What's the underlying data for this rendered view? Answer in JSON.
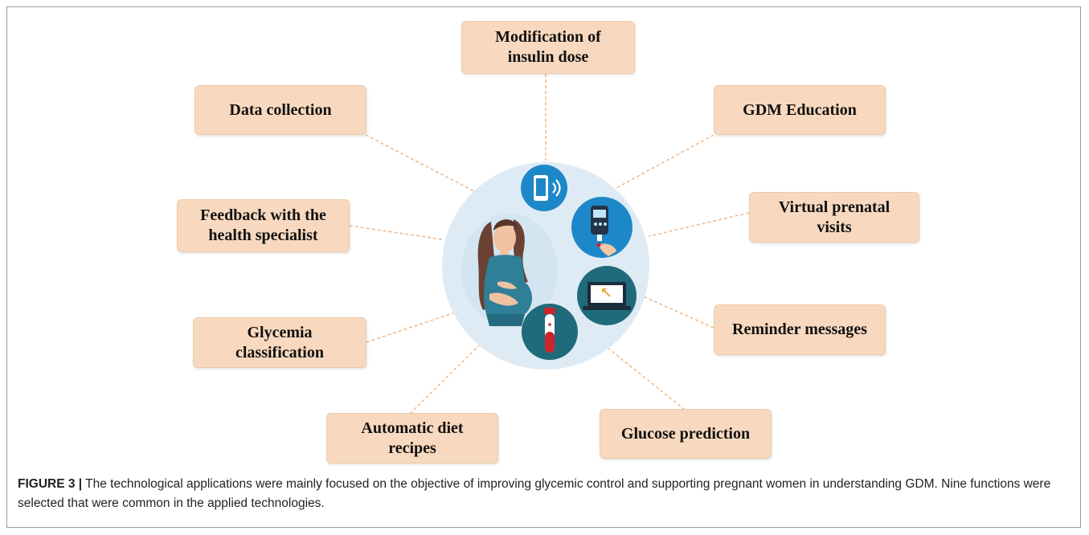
{
  "diagram": {
    "functions": [
      {
        "id": "insulin",
        "label": "Modification of\ninsulin dose"
      },
      {
        "id": "data",
        "label": "Data collection"
      },
      {
        "id": "education",
        "label": "GDM Education"
      },
      {
        "id": "feedback",
        "label": "Feedback with the\nhealth specialist"
      },
      {
        "id": "prenatal",
        "label": "Virtual prenatal\nvisits"
      },
      {
        "id": "reminder",
        "label": "Reminder messages"
      },
      {
        "id": "glycemia",
        "label": "Glycemia\nclassification"
      },
      {
        "id": "diet",
        "label": "Automatic diet\nrecipes"
      },
      {
        "id": "glucose",
        "label": "Glucose prediction"
      }
    ],
    "colors": {
      "box_fill": "#f8d9bf",
      "connector": "#f0b88a",
      "hub_fill": "#deebf5",
      "icon_teal": "#1f6b7b",
      "icon_blue": "#1d88c9"
    },
    "icons": [
      "pregnant-woman-icon",
      "smartphone-wireless-icon",
      "glucometer-icon",
      "laptop-icon",
      "blood-tube-icon"
    ]
  },
  "caption": {
    "label": "FIGURE 3 |",
    "text": " The technological applications were mainly focused on the objective of improving glycemic control and supporting pregnant women in understanding GDM. Nine functions were selected that were common in the applied technologies."
  }
}
